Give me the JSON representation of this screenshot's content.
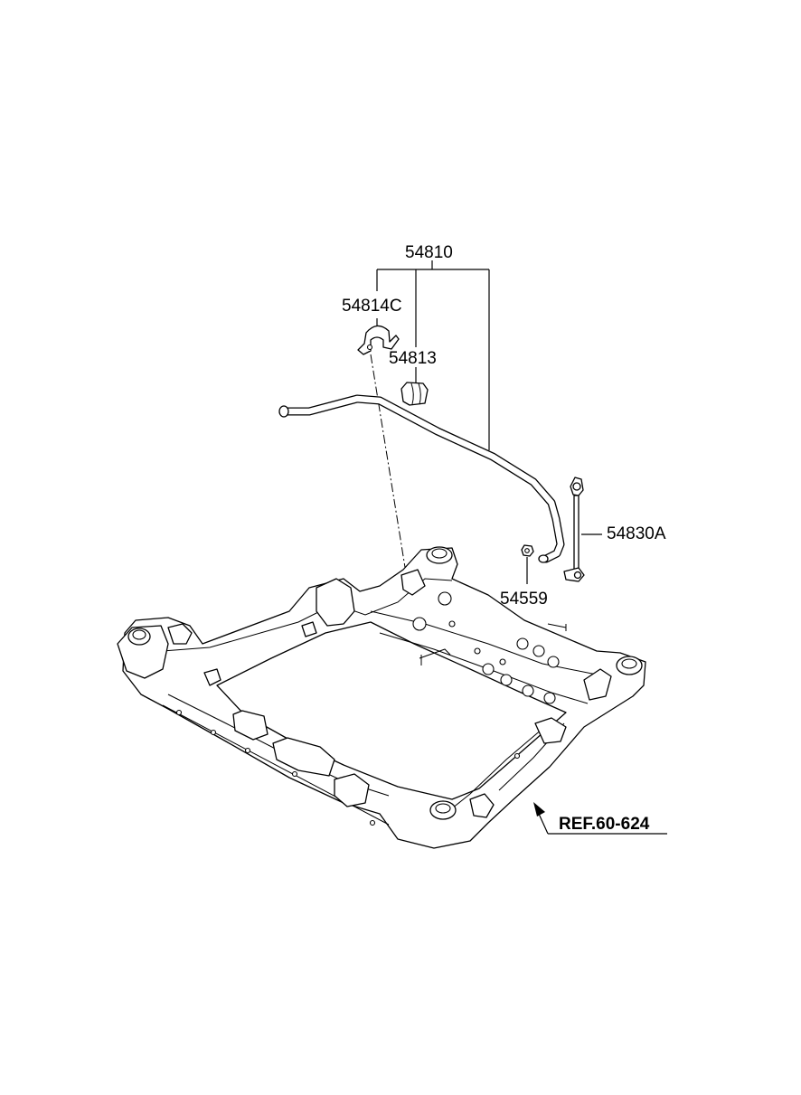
{
  "labels": {
    "assembly": "54810",
    "bracket": "54814C",
    "bushing": "54813",
    "link": "54830A",
    "nut": "54559",
    "reference": "REF.60-624"
  }
}
